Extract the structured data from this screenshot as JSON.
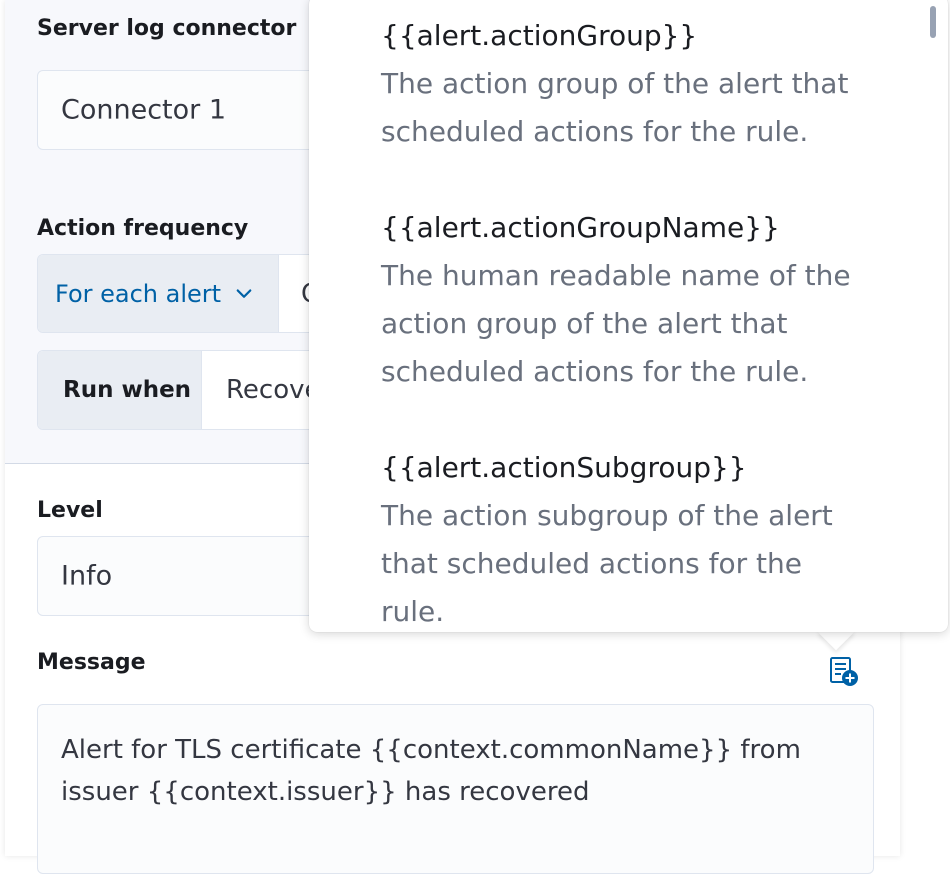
{
  "connector": {
    "section_label": "Server log connector",
    "value": "Connector 1"
  },
  "frequency": {
    "label": "Action frequency",
    "selected": "For each alert",
    "second_value": "O"
  },
  "run_when": {
    "label": "Run when",
    "value": "Recove"
  },
  "level": {
    "label": "Level",
    "value": "Info"
  },
  "message": {
    "label": "Message",
    "line1": "Alert for TLS certificate {{context.commonName}} from",
    "line2": "issuer {{context.issuer}} has recovered"
  },
  "popover": {
    "items": [
      {
        "name": "{{alert.actionGroup}}",
        "desc1": "The action group of the alert that",
        "desc2": "scheduled actions for the rule."
      },
      {
        "name": "{{alert.actionGroupName}}",
        "desc1": "The human readable name of the",
        "desc2": "action group of the alert that",
        "desc3": "scheduled actions for the rule."
      },
      {
        "name": "{{alert.actionSubgroup}}",
        "desc1": "The action subgroup of the alert",
        "desc2": "that scheduled actions for the",
        "desc3": "rule."
      }
    ]
  },
  "icons": {
    "chevron": "chevron-down-icon",
    "variables": "add-variable-icon"
  },
  "colors": {
    "accent": "#0061a6",
    "label_text": "#1a1c21",
    "muted_text": "#69707d",
    "panel_bg": "#f7f8fc"
  }
}
